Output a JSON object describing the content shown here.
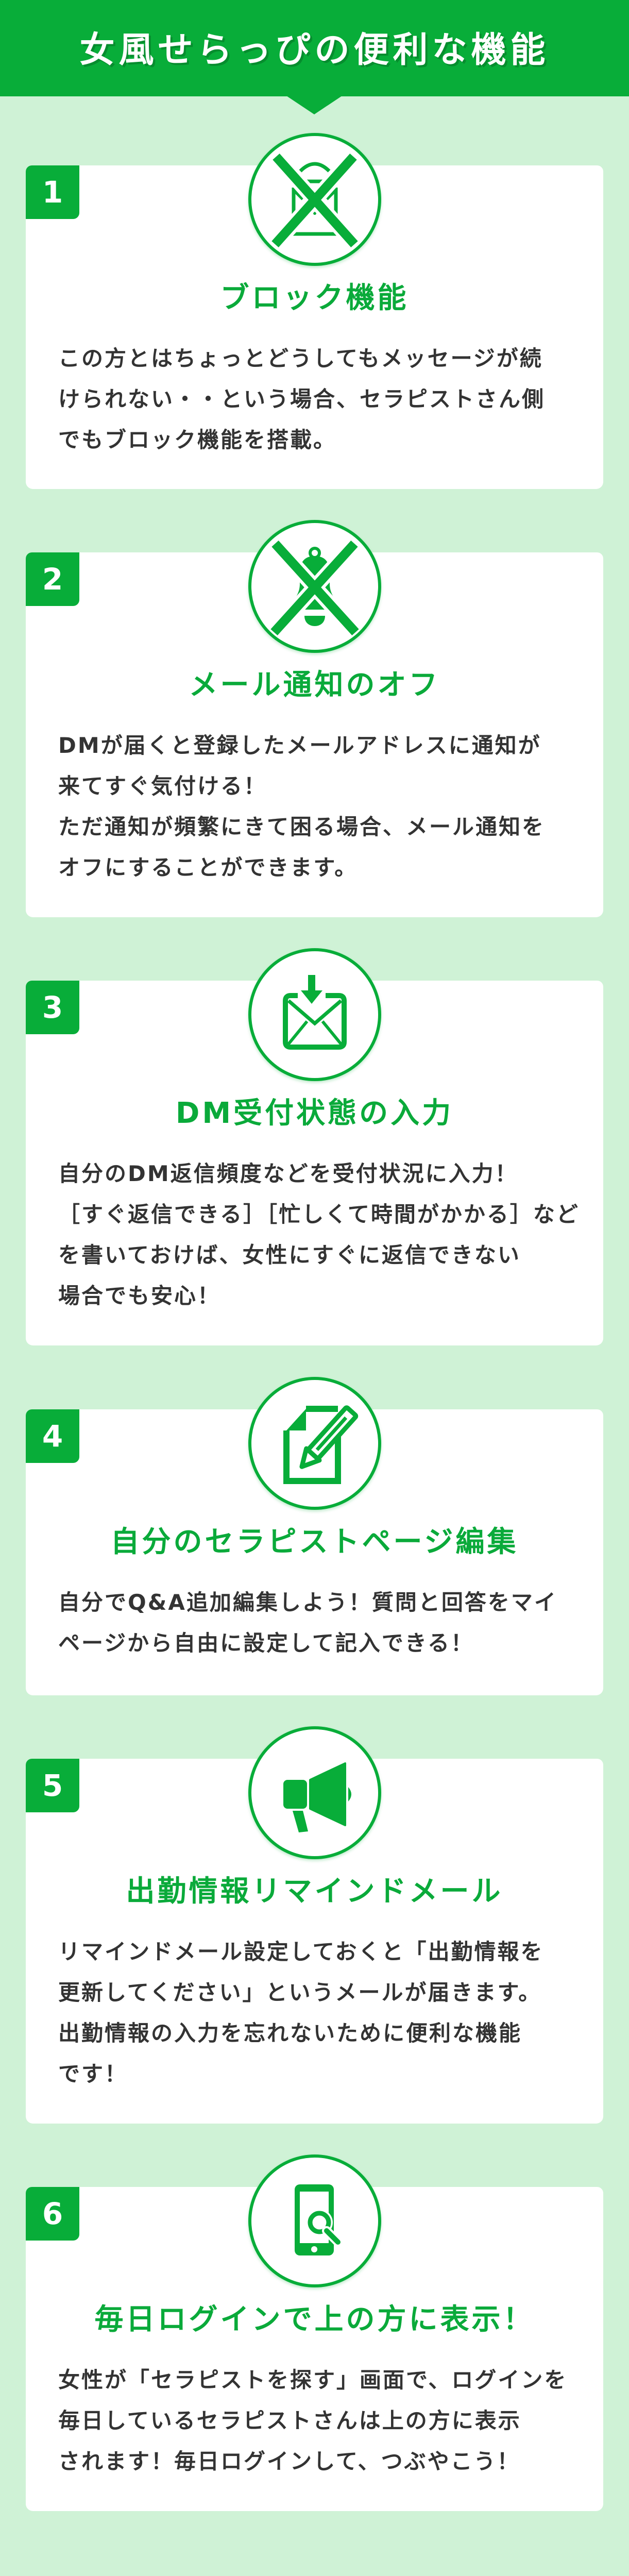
{
  "header": {
    "title": "女風せらっぴの便利な機能"
  },
  "colors": {
    "primary_green": "#08ad39",
    "title_green": "#0aaa3a",
    "background": "#cff2d6",
    "card": "#ffffff",
    "body_text": "#333333"
  },
  "features": [
    {
      "number": "1",
      "icon": "envelope-blocked-icon",
      "title": "ブロック機能",
      "lines": [
        "この方とはちょっとどうしてもメッセージが続",
        "けられない・・という場合、セラピストさん側",
        "でもブロック機能を搭載。"
      ]
    },
    {
      "number": "2",
      "icon": "bell-off-icon",
      "title": "メール通知のオフ",
      "lines": [
        "DMが届くと登録したメールアドレスに通知が",
        "来てすぐ気付ける！",
        "ただ通知が頻繁にきて困る場合、メール通知を",
        "オフにすることができます。"
      ]
    },
    {
      "number": "3",
      "icon": "mail-download-icon",
      "title": "DM受付状態の入力",
      "lines": [
        "自分のDM返信頻度などを受付状況に入力！",
        "［すぐ返信できる］［忙しくて時間がかかる］など",
        "を書いておけば、女性にすぐに返信できない",
        "場合でも安心！"
      ]
    },
    {
      "number": "4",
      "icon": "edit-document-icon",
      "title": "自分のセラピストページ編集",
      "lines": [
        "自分でQ&A追加編集しよう！質問と回答をマイ",
        "ページから自由に設定して記入できる！"
      ]
    },
    {
      "number": "5",
      "icon": "megaphone-icon",
      "title": "出勤情報リマインドメール",
      "lines": [
        "リマインドメール設定しておくと「出勤情報を",
        "更新してください」というメールが届きます。",
        "出勤情報の入力を忘れないために便利な機能",
        "です！"
      ]
    },
    {
      "number": "6",
      "icon": "phone-search-icon",
      "title": "毎日ログインで上の方に表示！",
      "lines": [
        "女性が「セラピストを探す」画面で、ログインを",
        "毎日しているセラピストさんは上の方に表示",
        "されます！毎日ログインして、つぶやこう！"
      ]
    }
  ]
}
